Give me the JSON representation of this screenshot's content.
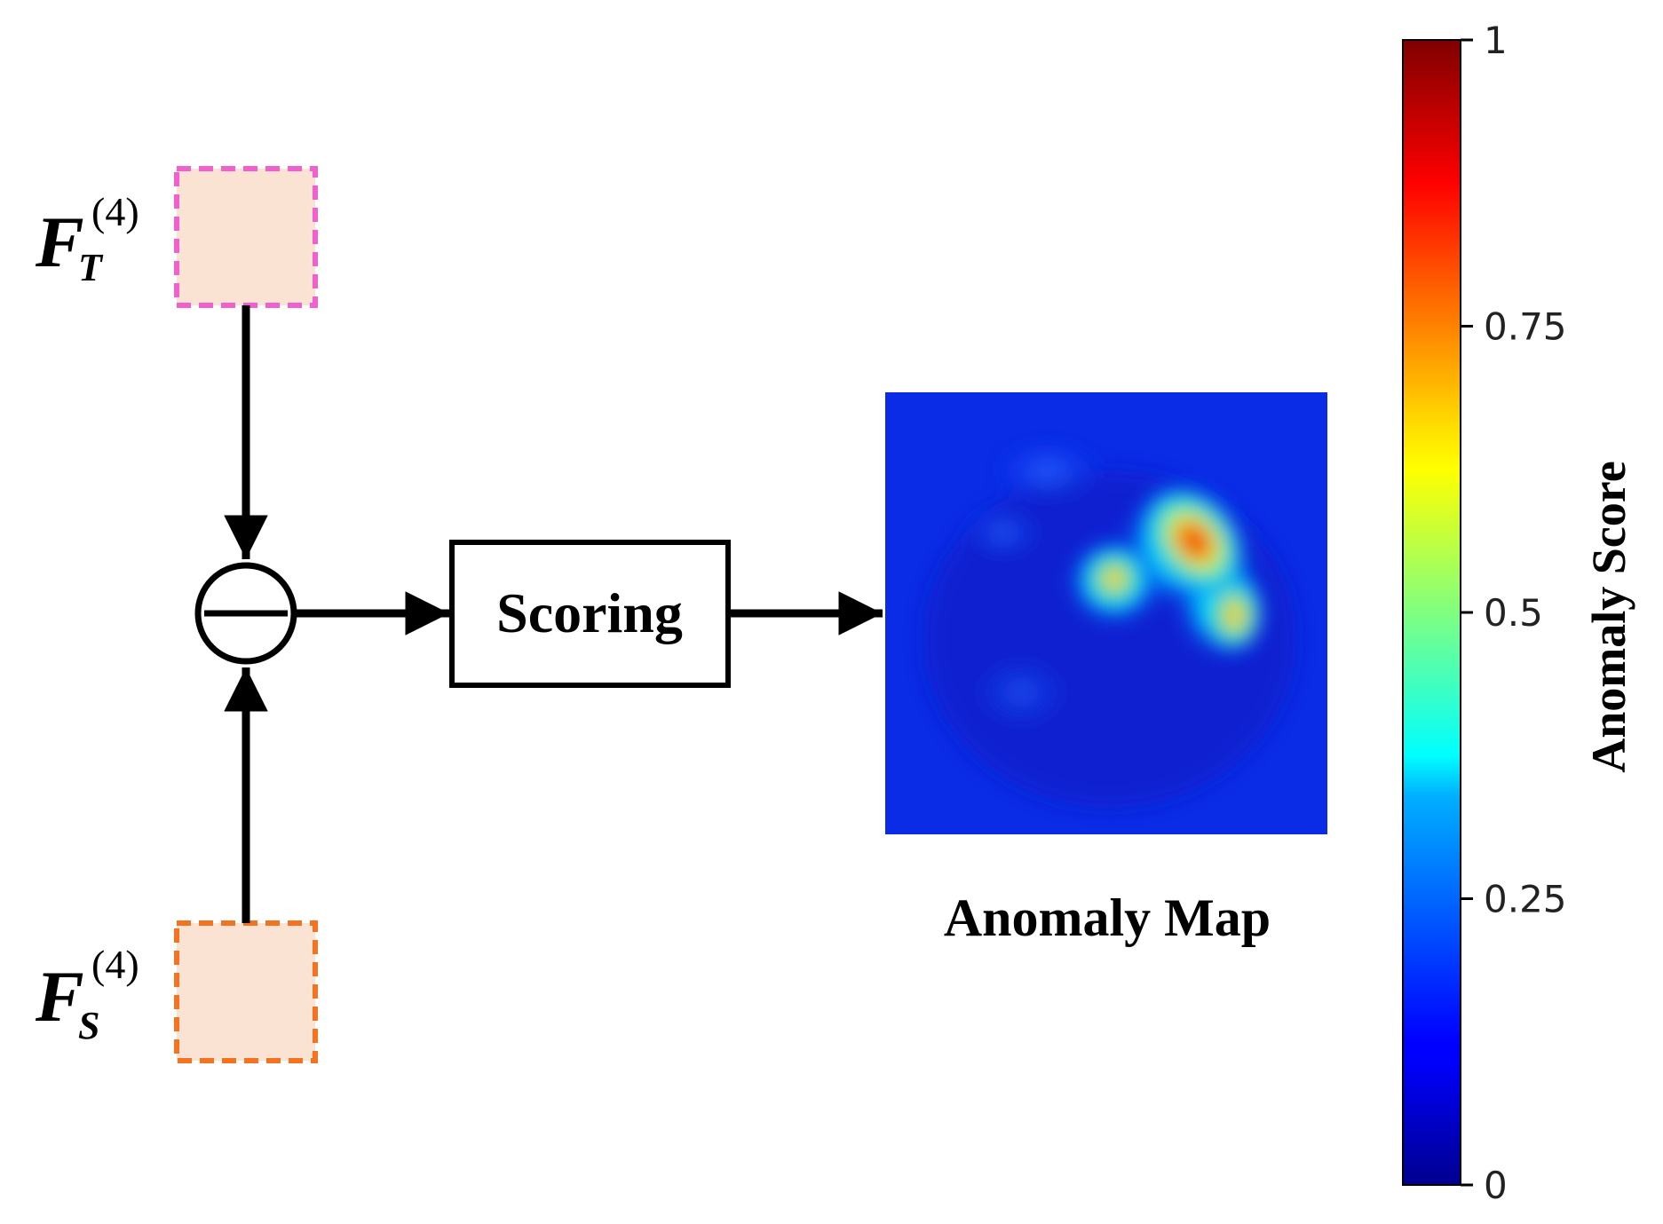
{
  "inputs": {
    "teacher": {
      "symbol": "F",
      "subscript": "T",
      "superscript": "(4)",
      "border_color": "#f25fcf",
      "fill_color": "#fbe3d4"
    },
    "student": {
      "symbol": "F",
      "subscript": "S",
      "superscript": "(4)",
      "border_color": "#f47321",
      "fill_color": "#fbe3d4"
    }
  },
  "operator": {
    "icon": "subtract-circle-icon"
  },
  "scoring_block": {
    "label": "Scoring"
  },
  "anomaly_map": {
    "caption": "Anomaly Map",
    "colormap": "jet"
  },
  "colorbar": {
    "label": "Anomaly Score",
    "ticks": [
      "1",
      "0.75",
      "0.5",
      "0.25",
      "0"
    ],
    "tick_values": [
      1,
      0.75,
      0.5,
      0.25,
      0
    ]
  }
}
